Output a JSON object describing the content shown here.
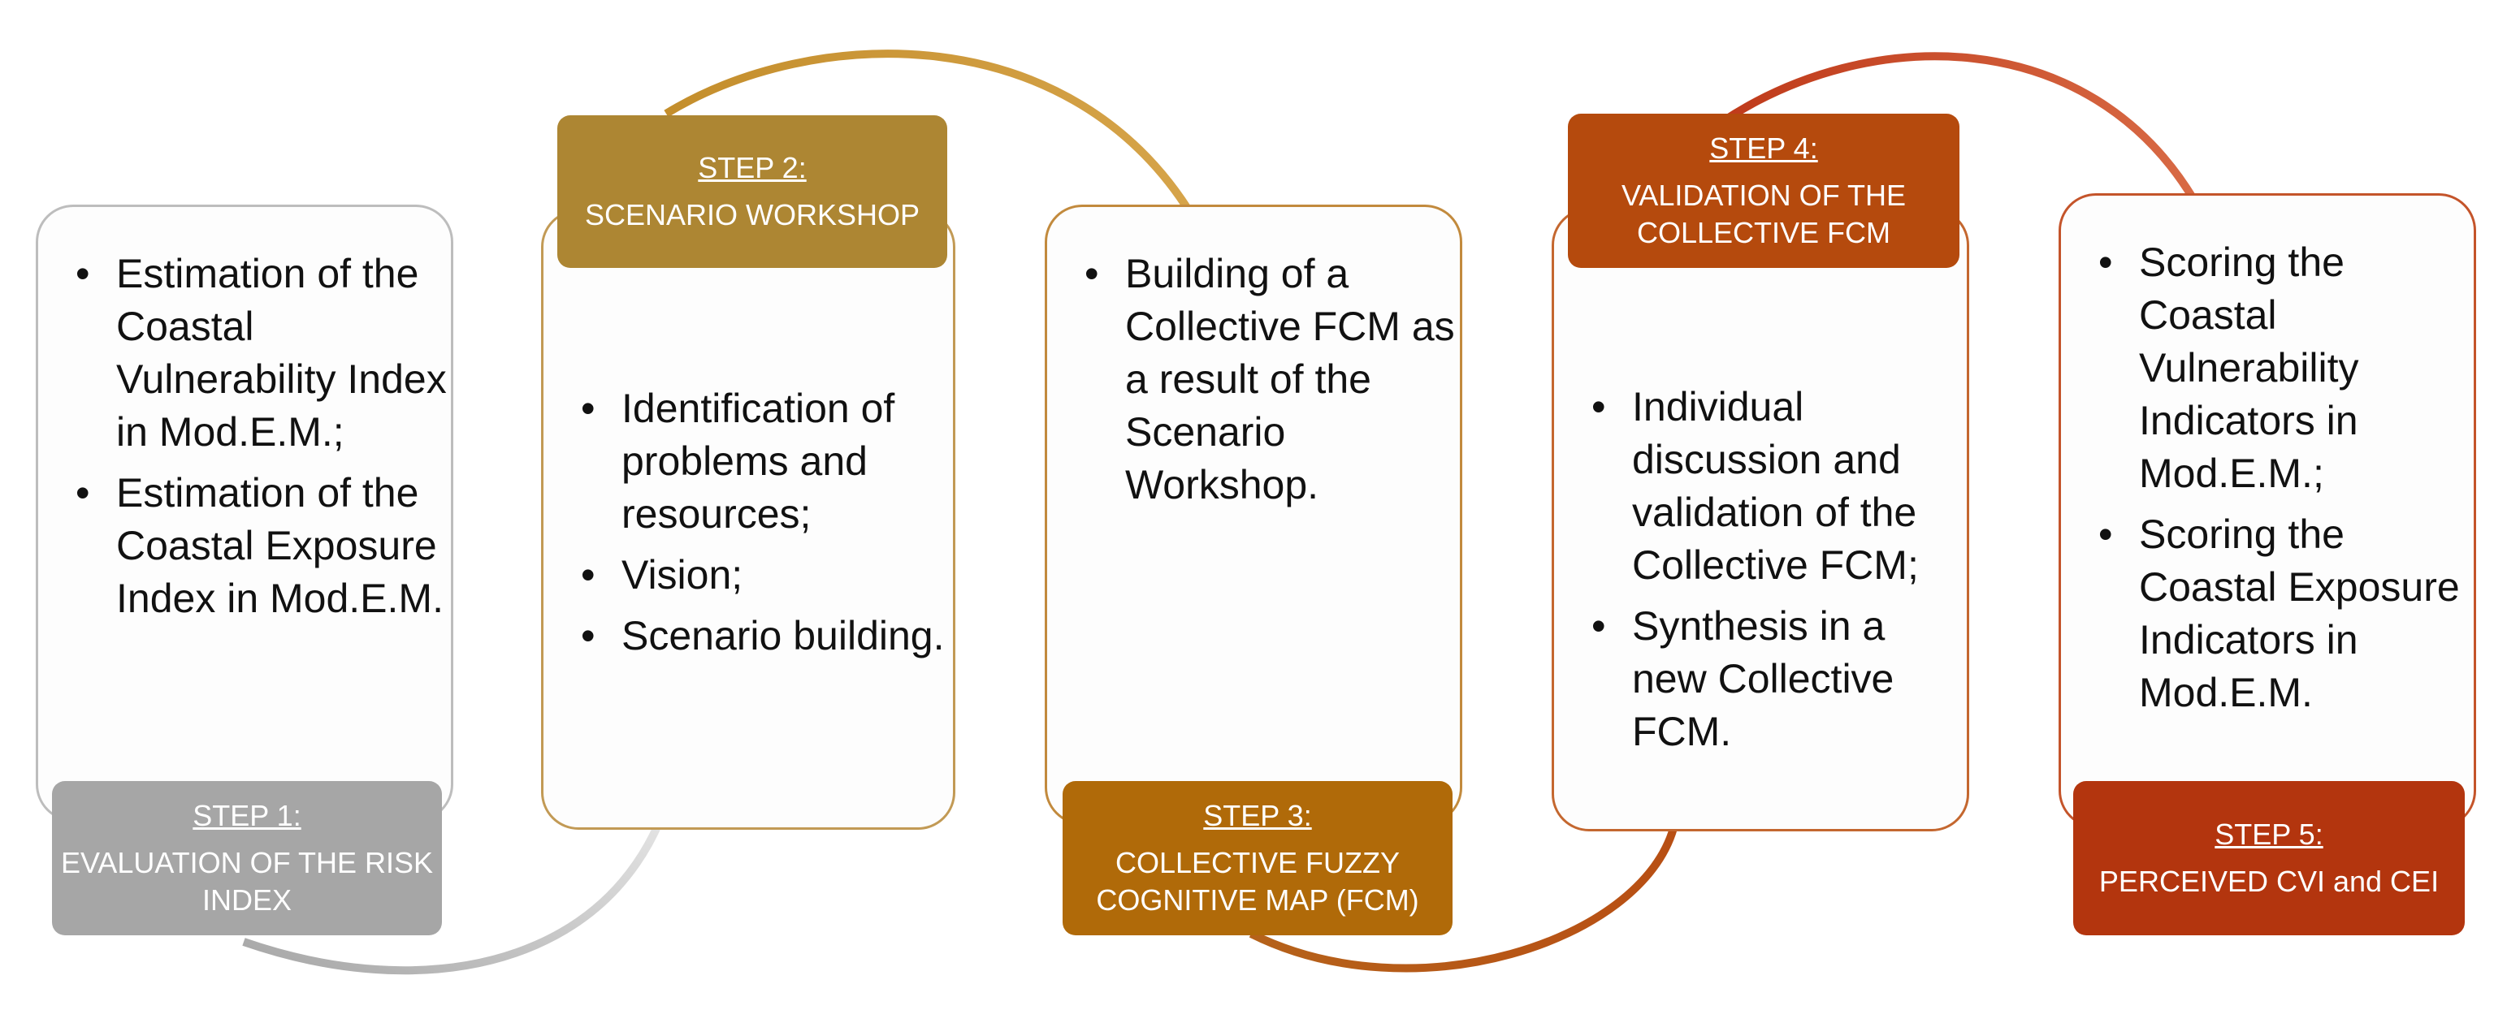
{
  "colors": {
    "step1": "#a6a6a6",
    "step1_border": "#bdbdbd",
    "step2": "#ad8633",
    "step3": "#b06a09",
    "step4": "#b54a0d",
    "step5": "#b3350e"
  },
  "steps": [
    {
      "step_label": "STEP 1:",
      "title_lines": [
        "EVALUATION OF THE RISK",
        "INDEX"
      ],
      "bullets": [
        "Estimation of the Coastal Vulnerability Index in Mod.E.M.;",
        "Estimation of the Coastal Exposure Index in Mod.E.M."
      ]
    },
    {
      "step_label": "STEP 2:",
      "title_lines": [
        "SCENARIO WORKSHOP"
      ],
      "bullets": [
        "Identification of problems and resources;",
        "Vision;",
        "Scenario building."
      ]
    },
    {
      "step_label": "STEP 3:",
      "title_lines": [
        "COLLECTIVE FUZZY",
        "COGNITIVE MAP (FCM)"
      ],
      "bullets": [
        "Building of a Collective FCM as a result of the Scenario Workshop."
      ]
    },
    {
      "step_label": "STEP 4:",
      "title_lines": [
        "VALIDATION OF THE",
        "COLLECTIVE FCM"
      ],
      "bullets": [
        "Individual discussion and validation of the Collective FCM;",
        "Synthesis in a new Collective FCM."
      ]
    },
    {
      "step_label": "STEP 5:",
      "title_lines": [
        "PERCEIVED CVI and CEI"
      ],
      "bullets": [
        "Scoring the Coastal Vulnerability Indicators in Mod.E.M.;",
        "Scoring the Coastal Exposure Indicators in Mod.E.M."
      ]
    }
  ]
}
